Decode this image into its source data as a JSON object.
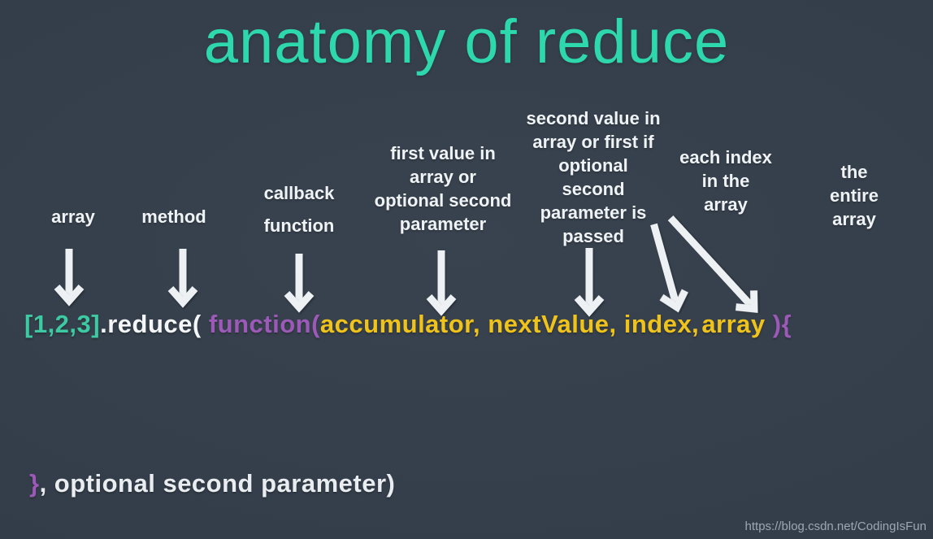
{
  "title": {
    "text": "anatomy of reduce",
    "color": "#2ed8ad"
  },
  "annotations": [
    {
      "id": "array",
      "text": "array"
    },
    {
      "id": "method",
      "text": "method"
    },
    {
      "id": "callback",
      "text": "callback\nfunction"
    },
    {
      "id": "first-value",
      "text": "first value in\narray or\noptional second\nparameter"
    },
    {
      "id": "second-value",
      "text": "second value in\narray or first if\noptional\nsecond\nparameter is\npassed"
    },
    {
      "id": "each-index",
      "text": "each index\nin the\narray"
    },
    {
      "id": "entire-array",
      "text": "the entire\narray"
    }
  ],
  "code_line": {
    "segments": [
      {
        "text": "[1,2,3]",
        "color": "#3dcaa2"
      },
      {
        "text": ".reduce( ",
        "color": "#f3f5f7"
      },
      {
        "text": "function(",
        "color": "#9c59b8"
      },
      {
        "text": "accumulator, nextValue, index,",
        "color": "#f0c31b"
      },
      {
        "text": "array",
        "color": "#f0c31b"
      },
      {
        "text": " ){",
        "color": "#9c59b8"
      }
    ]
  },
  "closing_line": {
    "segments": [
      {
        "text": "}",
        "color": "#9c59b8"
      },
      {
        "text": ", optional second parameter)",
        "color": "#e9edf0"
      }
    ]
  },
  "watermark": {
    "text": "https://blog.csdn.net/CodingIsFun",
    "color": "#b0bac4"
  },
  "colors": {
    "background": "#343e4a",
    "title_teal": "#2ed8ad",
    "code_teal": "#3dcaa2",
    "code_purple": "#9c59b8",
    "code_yellow": "#f0c31b",
    "label_white": "#eff3f5",
    "arrow_white": "#eef1f4"
  },
  "icons": [
    "down-arrow-icon-array",
    "down-arrow-icon-method",
    "down-arrow-icon-callback",
    "down-arrow-icon-first-value",
    "down-arrow-icon-second-value",
    "diagonal-arrow-icon-each-index",
    "diagonal-arrow-icon-entire-array"
  ]
}
